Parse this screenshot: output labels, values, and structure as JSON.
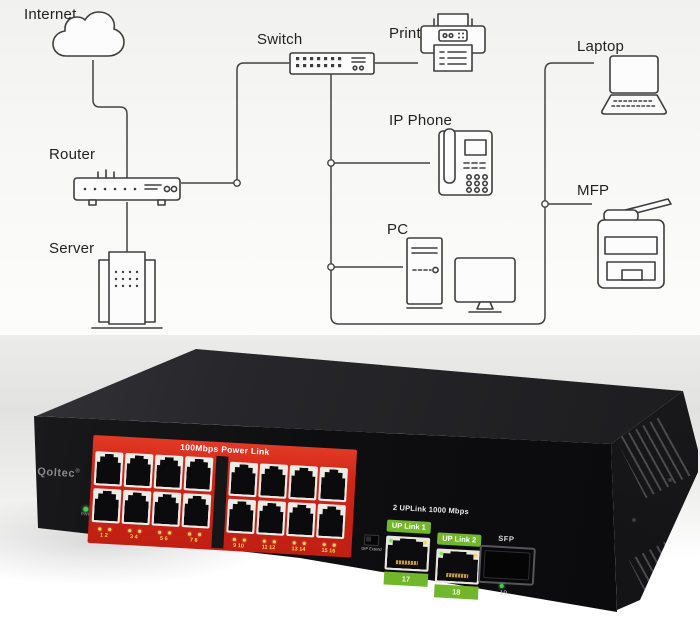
{
  "diagram": {
    "labels": {
      "internet": "Internet",
      "switch": "Switch",
      "printer": "Printer",
      "laptop": "Laptop",
      "router": "Router",
      "ip_phone": "IP Phone",
      "server": "Server",
      "pc": "PC",
      "mfp": "MFP"
    }
  },
  "device": {
    "brand": "Qoltec",
    "brand_mark": "®",
    "pwr_label": "PWR",
    "poe_panel": {
      "banner": "100Mbps Power Link",
      "port_pairs": [
        "1 2",
        "3 4",
        "5 6",
        "7 8",
        "9 10",
        "11 12",
        "13 14",
        "15 16"
      ]
    },
    "dip_label": "DIP Extend",
    "uplink": {
      "title": "2 UPLink 1000 Mbps",
      "port1_label": "UP Link 1",
      "port1_number": "17",
      "port2_label": "UP Link 2",
      "port2_number": "18"
    },
    "sfp": {
      "label": "SFP",
      "number": "19"
    }
  },
  "colors": {
    "poe_red": "#d02417",
    "uplink_green": "#72b62c",
    "led_yellow": "#ffd556",
    "led_power_green": "#3ad24b",
    "chassis_black": "#141416",
    "line_gray": "#3e3e3e"
  }
}
